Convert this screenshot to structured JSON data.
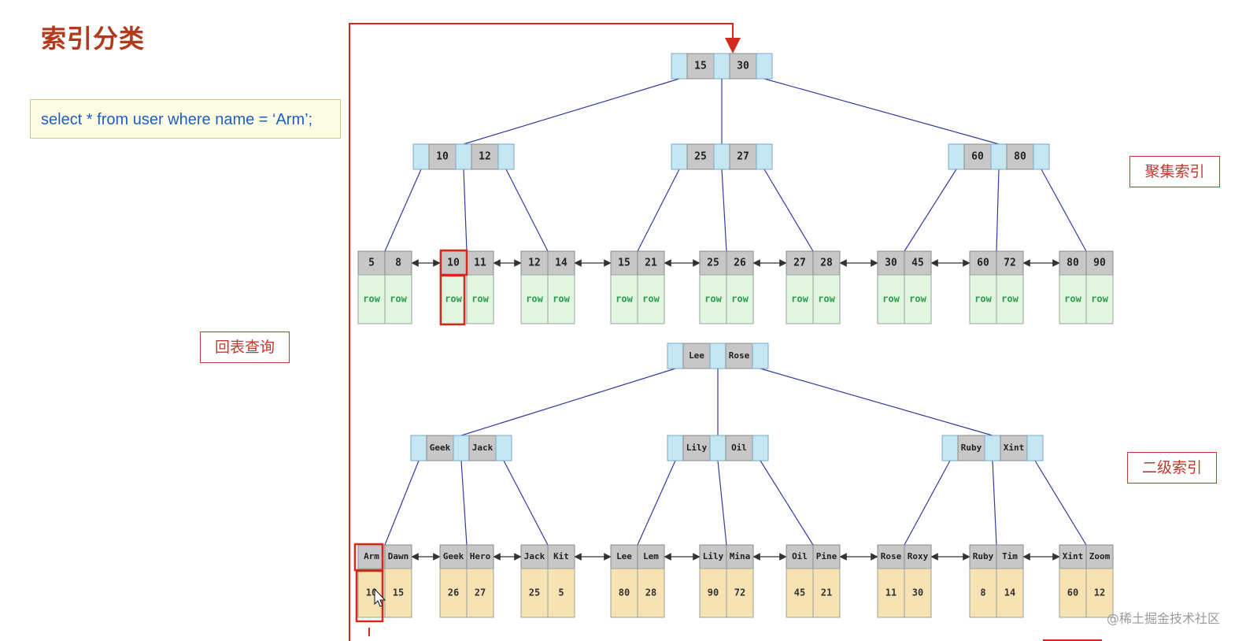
{
  "title": "索引分类",
  "sql": "select * from user where name = ‘Arm’;",
  "labels": {
    "clustered": "聚集索引",
    "secondary": "二级索引",
    "lookup": "回表查询"
  },
  "watermark": "@稀土掘金技术社区",
  "colors": {
    "key": "#c7c7c7",
    "pointer": "#c6e6f3",
    "row_leaf": "#e1f5e1",
    "row_text": "#2a9d4a",
    "pk_leaf": "#f6e2b3",
    "edge": "#343aa0",
    "highlight": "#d22a1e"
  },
  "clustered_index": {
    "root": [
      "15",
      "30"
    ],
    "level2": [
      [
        "10",
        "12"
      ],
      [
        "25",
        "27"
      ],
      [
        "60",
        "80"
      ]
    ],
    "leaves": [
      {
        "keys": [
          "5",
          "8"
        ],
        "vals": [
          "row",
          "row"
        ]
      },
      {
        "keys": [
          "10",
          "11"
        ],
        "vals": [
          "row",
          "row"
        ]
      },
      {
        "keys": [
          "12",
          "14"
        ],
        "vals": [
          "row",
          "row"
        ]
      },
      {
        "keys": [
          "15",
          "21"
        ],
        "vals": [
          "row",
          "row"
        ]
      },
      {
        "keys": [
          "25",
          "26"
        ],
        "vals": [
          "row",
          "row"
        ]
      },
      {
        "keys": [
          "27",
          "28"
        ],
        "vals": [
          "row",
          "row"
        ]
      },
      {
        "keys": [
          "30",
          "45"
        ],
        "vals": [
          "row",
          "row"
        ]
      },
      {
        "keys": [
          "60",
          "72"
        ],
        "vals": [
          "row",
          "row"
        ]
      },
      {
        "keys": [
          "80",
          "90"
        ],
        "vals": [
          "row",
          "row"
        ]
      }
    ]
  },
  "secondary_index": {
    "root": [
      "Lee",
      "Rose"
    ],
    "level2": [
      [
        "Geek",
        "Jack"
      ],
      [
        "Lily",
        "Oil"
      ],
      [
        "Ruby",
        "Xint"
      ]
    ],
    "leaves": [
      {
        "keys": [
          "Arm",
          "Dawn"
        ],
        "vals": [
          "10",
          "15"
        ]
      },
      {
        "keys": [
          "Geek",
          "Hero"
        ],
        "vals": [
          "26",
          "27"
        ]
      },
      {
        "keys": [
          "Jack",
          "Kit"
        ],
        "vals": [
          "25",
          "5"
        ]
      },
      {
        "keys": [
          "Lee",
          "Lem"
        ],
        "vals": [
          "80",
          "28"
        ]
      },
      {
        "keys": [
          "Lily",
          "Mina"
        ],
        "vals": [
          "90",
          "72"
        ]
      },
      {
        "keys": [
          "Oil",
          "Pine"
        ],
        "vals": [
          "45",
          "21"
        ]
      },
      {
        "keys": [
          "Rose",
          "Roxy"
        ],
        "vals": [
          "11",
          "30"
        ]
      },
      {
        "keys": [
          "Ruby",
          "Tim"
        ],
        "vals": [
          "8",
          "14"
        ]
      },
      {
        "keys": [
          "Xint",
          "Zoom"
        ],
        "vals": [
          "60",
          "12"
        ]
      }
    ]
  }
}
